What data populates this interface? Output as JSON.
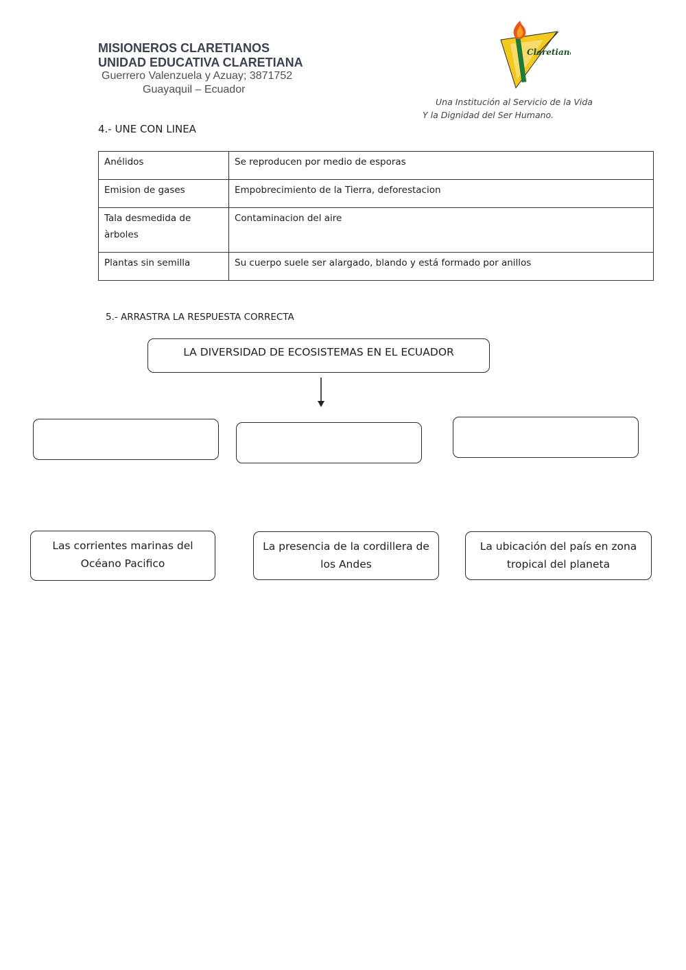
{
  "header": {
    "line1": "MISIONEROS CLARETIANOS",
    "line2": "UNIDAD EDUCATIVA CLARETIANA",
    "line3": "Guerrero Valenzuela y Azuay;  3871752",
    "line4": "Guayaquil – Ecuador",
    "logo_text": "Claretiana",
    "motto_line1": "Una Institución al Servicio de la Vida",
    "motto_line2": "Y la Dignidad del Ser Humano."
  },
  "section4": {
    "title": "4.- UNE CON LINEA",
    "rows": [
      {
        "left": "Anélidos",
        "right": "Se reproducen por medio de esporas"
      },
      {
        "left": "Emision de gases",
        "right": "Empobrecimiento de la Tierra, deforestacion"
      },
      {
        "left": "Tala desmedida de àrboles",
        "right": "Contaminacion del aire"
      },
      {
        "left": "Plantas sin semilla",
        "right": "Su cuerpo suele ser alargado, blando y está formado por anillos"
      }
    ]
  },
  "section5": {
    "title": "5.- ARRASTRA LA RESPUESTA CORRECTA",
    "main_box": "LA DIVERSIDAD DE ECOSISTEMAS EN EL ECUADOR",
    "options": [
      {
        "line1": "Las corrientes marinas del",
        "line2": "Océano Pacifico"
      },
      {
        "line1": "La presencia de la cordillera de",
        "line2": "los Andes"
      },
      {
        "line1": "La ubicación del país en zona",
        "line2": "tropical del planeta"
      }
    ]
  },
  "colors": {
    "header_text": "#3a4150",
    "logo_yellow": "#f2c91c",
    "logo_green": "#1f7a3a",
    "flame": "#e8541e"
  }
}
